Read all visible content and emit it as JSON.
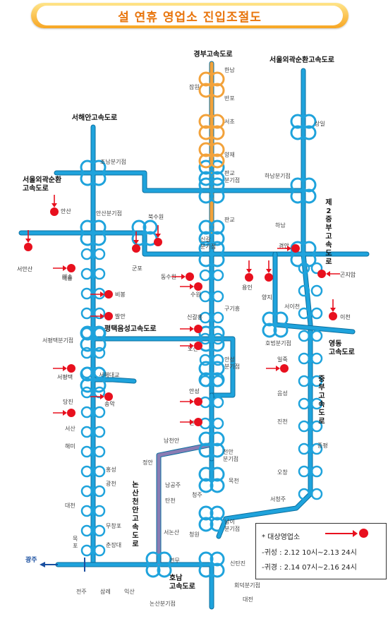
{
  "title": "설 연휴 영업소 진입조절도",
  "highways": {
    "gyeongbu": "경부고속도로",
    "seoul_ring_top": "서울외곽순환고속도로",
    "seohaean": "서해안고속도로",
    "seoul_ring_left": "서울외곽순환\n고속도로",
    "jungbu2": "제2중부고속도로",
    "pyeongtaek_eumseong": "평택음성고속도로",
    "yeongdong": "영동\n고속도로",
    "jungbu": "중부고속도로",
    "nonsan_cheonan": "논산천안고속도로",
    "honam": "호남\n고속도로"
  },
  "labels": [
    {
      "id": "hannam",
      "text": "한남"
    },
    {
      "id": "jamwon",
      "text": "잠원"
    },
    {
      "id": "banpo",
      "text": "반포"
    },
    {
      "id": "seocho",
      "text": "서초"
    },
    {
      "id": "yangjae",
      "text": "양재"
    },
    {
      "id": "sangil",
      "text": "상일"
    },
    {
      "id": "pangyo-jct",
      "text": "판교\n분기점"
    },
    {
      "id": "hanam-jct",
      "text": "하남분기점"
    },
    {
      "id": "joam-jct",
      "text": "조남분기점"
    },
    {
      "id": "ansan-jct",
      "text": "안산분기점"
    },
    {
      "id": "pangyo",
      "text": "판교"
    },
    {
      "id": "singal-jct",
      "text": "신갈\n분기점"
    },
    {
      "id": "hanam",
      "text": "하남"
    },
    {
      "id": "maesong",
      "text": "매송"
    },
    {
      "id": "gugal",
      "text": "구기흥"
    },
    {
      "id": "seoicheon",
      "text": "서이천"
    },
    {
      "id": "seopyeongtaek-jct",
      "text": "서평택분기점"
    },
    {
      "id": "hobeop-jct",
      "text": "호법분기점"
    },
    {
      "id": "seohaedaegyo",
      "text": "서해대교"
    },
    {
      "id": "anseong-jct",
      "text": "안성\n분기점"
    },
    {
      "id": "eumseong",
      "text": "음성"
    },
    {
      "id": "seosan",
      "text": "서산"
    },
    {
      "id": "haemi",
      "text": "해미"
    },
    {
      "id": "namcheonan",
      "text": "남천안"
    },
    {
      "id": "jincheon",
      "text": "진천"
    },
    {
      "id": "jeungpyeong",
      "text": "증평"
    },
    {
      "id": "cheonan-jct",
      "text": "천안\n분기점"
    },
    {
      "id": "jeongan",
      "text": "정안"
    },
    {
      "id": "hongseong",
      "text": "홍성"
    },
    {
      "id": "namgongju",
      "text": "남공주"
    },
    {
      "id": "mokcheon",
      "text": "목천"
    },
    {
      "id": "ochang",
      "text": "오창"
    },
    {
      "id": "gwangcheon",
      "text": "광천"
    },
    {
      "id": "tancheon",
      "text": "탄천"
    },
    {
      "id": "cheongju",
      "text": "청주"
    },
    {
      "id": "daecheon",
      "text": "대천"
    },
    {
      "id": "seocheongju",
      "text": "서청주"
    },
    {
      "id": "namyi-jct",
      "text": "남이\n분기점"
    },
    {
      "id": "museongpo",
      "text": "무창포"
    },
    {
      "id": "seononsan",
      "text": "서논산"
    },
    {
      "id": "cheongwon",
      "text": "청원"
    },
    {
      "id": "chunjangdae",
      "text": "춘장대"
    },
    {
      "id": "yeonmu",
      "text": "연무"
    },
    {
      "id": "sintanjin",
      "text": "신탄진"
    },
    {
      "id": "mok",
      "text": "목\n포"
    },
    {
      "id": "hoedeok-jct",
      "text": "회덕분기점"
    },
    {
      "id": "daejeon",
      "text": "대전"
    },
    {
      "id": "jeonju",
      "text": "전주"
    },
    {
      "id": "samrye",
      "text": "삼례"
    },
    {
      "id": "iksan",
      "text": "익산"
    },
    {
      "id": "nonsan-jct",
      "text": "논산분기점"
    }
  ],
  "gwangju": "광주",
  "targets": [
    {
      "id": "ansan",
      "text": "안산"
    },
    {
      "id": "seoansan",
      "text": "서안산"
    },
    {
      "id": "bugsuwon",
      "text": "북수원"
    },
    {
      "id": "gunpo",
      "text": "군포"
    },
    {
      "id": "dongsuwon",
      "text": "동수원"
    },
    {
      "id": "suwon",
      "text": "수원"
    },
    {
      "id": "yongin",
      "text": "용인"
    },
    {
      "id": "yangji",
      "text": "양지"
    },
    {
      "id": "gyeongan",
      "text": "경안"
    },
    {
      "id": "gonjiam",
      "text": "곤지암"
    },
    {
      "id": "maesong-t",
      "text": "매송"
    },
    {
      "id": "bibong",
      "text": "비봉"
    },
    {
      "id": "balan",
      "text": "발안"
    },
    {
      "id": "icheon",
      "text": "이천"
    },
    {
      "id": "singalheung",
      "text": "신갈흥"
    },
    {
      "id": "osan",
      "text": "오산"
    },
    {
      "id": "iljuk",
      "text": "일죽"
    },
    {
      "id": "seopyeongtaek",
      "text": "서평택"
    },
    {
      "id": "songak",
      "text": "송악"
    },
    {
      "id": "dangjin",
      "text": "당진"
    },
    {
      "id": "anseong",
      "text": "안성"
    },
    {
      "id": "cheonan",
      "text": "천안"
    }
  ],
  "legend": {
    "title": "* 대상영업소",
    "line1": "-귀성 : 2.12  10시~2.13  24시",
    "line2": "-귀경 : 2.14  07시~2.16  24시"
  },
  "colors": {
    "road": "#1fa3dc",
    "gyeongbu": "#f2a23b",
    "nonsan": "#8a7cb3",
    "target": "#e8101e",
    "title": "#e8750d"
  }
}
